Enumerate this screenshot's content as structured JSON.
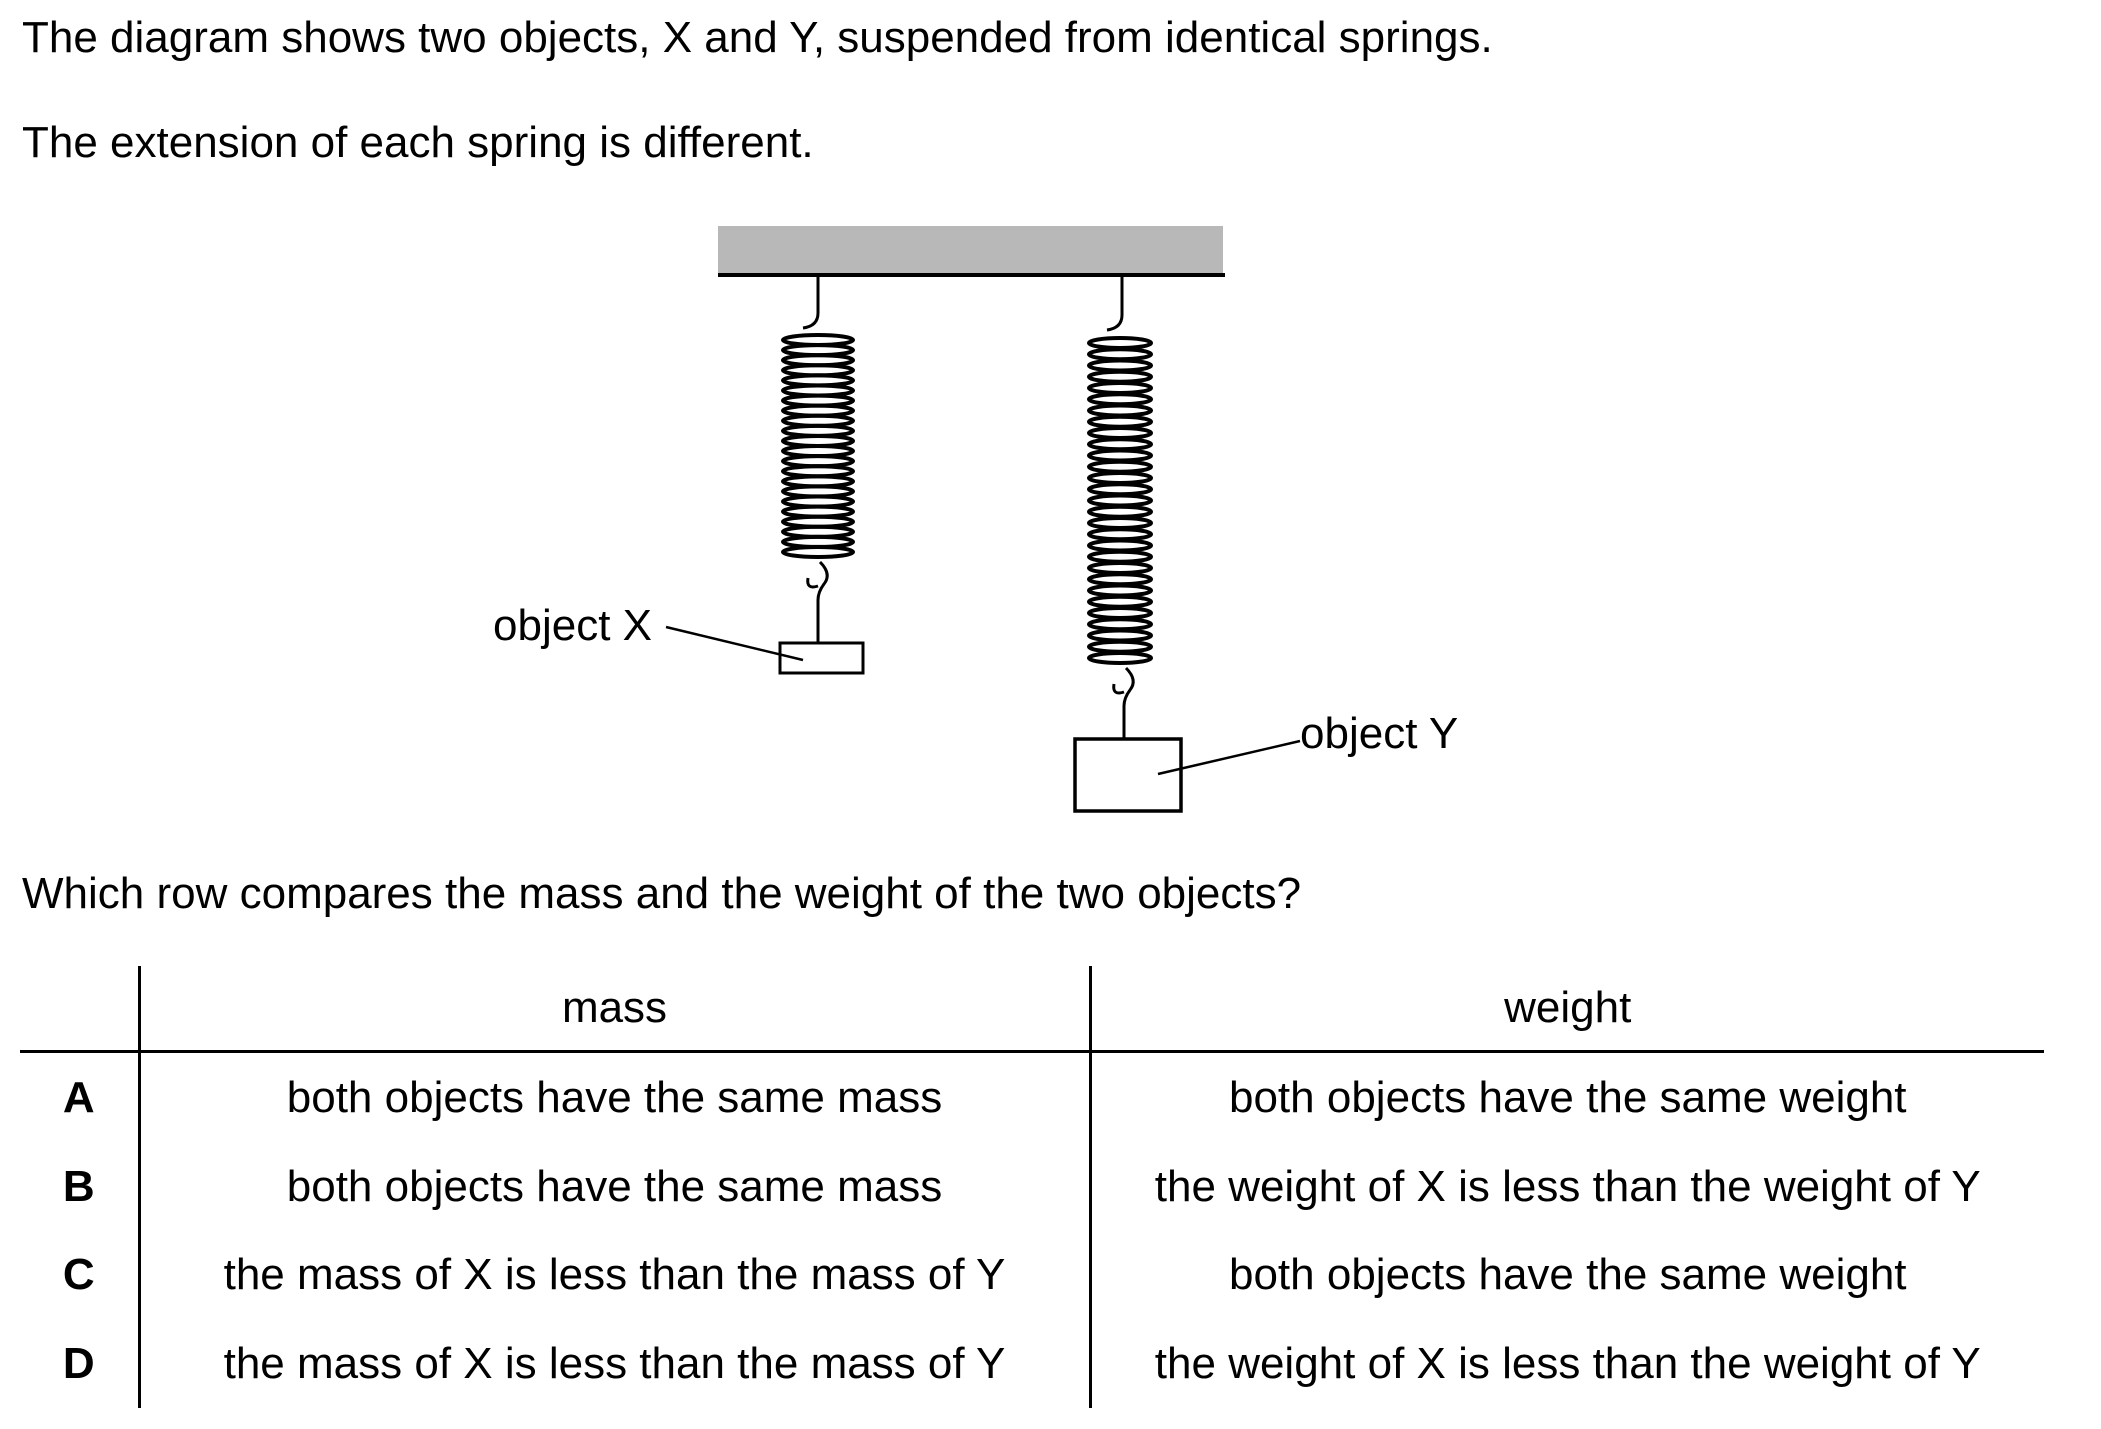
{
  "question": {
    "intro": "The diagram shows two objects, X and Y, suspended from identical springs.",
    "statement": "The extension of each spring is different.",
    "prompt": "Which row compares the mass and the weight of the two objects?"
  },
  "diagram": {
    "label_x": "object X",
    "label_y": "object Y",
    "support_color": "#b8b8b8",
    "spring_x_coils": 22,
    "spring_y_coils": 29
  },
  "table": {
    "headers": [
      "",
      "mass",
      "weight"
    ],
    "rows": [
      {
        "key": "A",
        "mass": "both objects have the same mass",
        "weight": "both objects have the same weight"
      },
      {
        "key": "B",
        "mass": "both objects have the same mass",
        "weight": "the weight of X is less than the weight of Y"
      },
      {
        "key": "C",
        "mass": "the mass of X is less than the mass of Y",
        "weight": "both objects have the same weight"
      },
      {
        "key": "D",
        "mass": "the mass of X is less than the mass of Y",
        "weight": "the weight of X is less than the weight of Y"
      }
    ]
  }
}
